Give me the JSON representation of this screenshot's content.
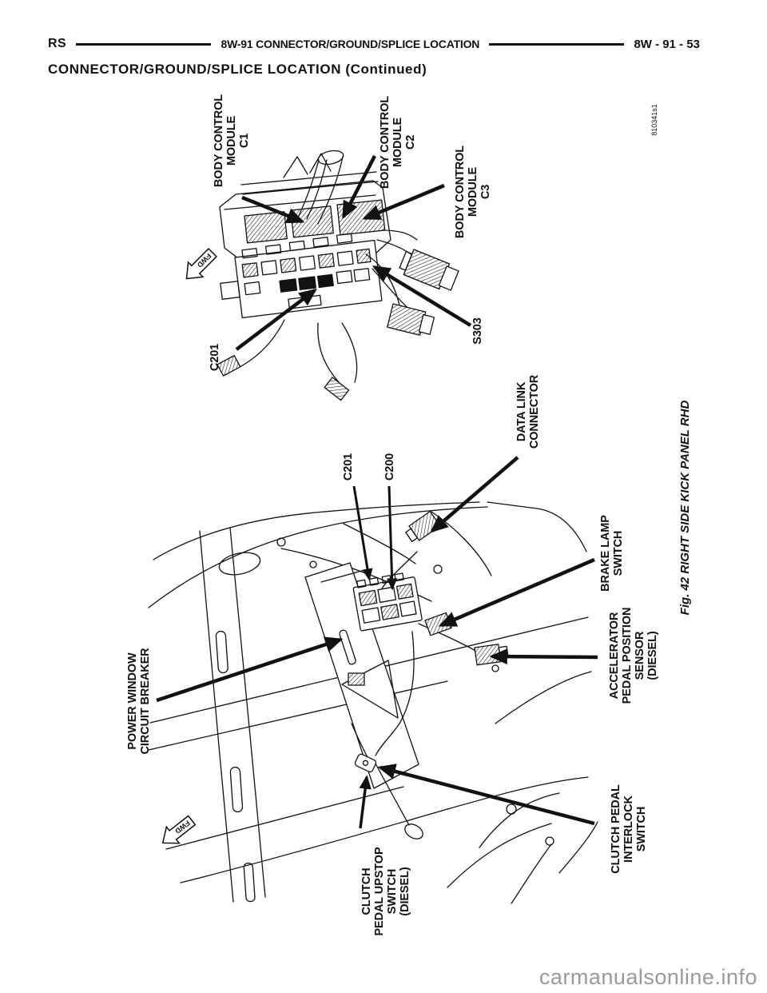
{
  "page": {
    "header": {
      "left_code": "RS",
      "title": "8W-91  CONNECTOR/GROUND/SPLICE LOCATION",
      "page_number": "8W - 91 - 53",
      "subtitle": "CONNECTOR/GROUND/SPLICE LOCATION (Continued)"
    },
    "watermark": "carmanualsonline.info"
  },
  "figure": {
    "image_id": "810341s1",
    "caption": "Fig. 42 RIGHT SIDE KICK PANEL RHD",
    "fwd": "FWD"
  },
  "callouts": {
    "bcm_c1": [
      "BODY CONTROL",
      "MODULE",
      "C1"
    ],
    "bcm_c2": [
      "BODY CONTROL",
      "MODULE",
      "C2"
    ],
    "bcm_c3": [
      "BODY CONTROL",
      "MODULE",
      "C3"
    ],
    "c201_upper": [
      "C201"
    ],
    "s303": [
      "S303"
    ],
    "data_link": [
      "DATA LINK",
      "CONNECTOR"
    ],
    "c201_lower": [
      "C201"
    ],
    "c200": [
      "C200"
    ],
    "power_window": [
      "POWER WINDOW",
      "CIRCUIT BREAKER"
    ],
    "brake_lamp": [
      "BRAKE LAMP",
      "SWITCH"
    ],
    "accel_pedal": [
      "ACCELERATOR",
      "PEDAL POSITION",
      "SENSOR",
      "(DIESEL)"
    ],
    "clutch_interlock": [
      "CLUTCH PEDAL",
      "INTERLOCK",
      "SWITCH"
    ],
    "clutch_upstop": [
      "CLUTCH",
      "PEDAL UPSTOP",
      "SWITCH",
      "(DIESEL)"
    ]
  },
  "colors": {
    "ink": "#111111",
    "watermark_gray": "#9a9a9a"
  }
}
